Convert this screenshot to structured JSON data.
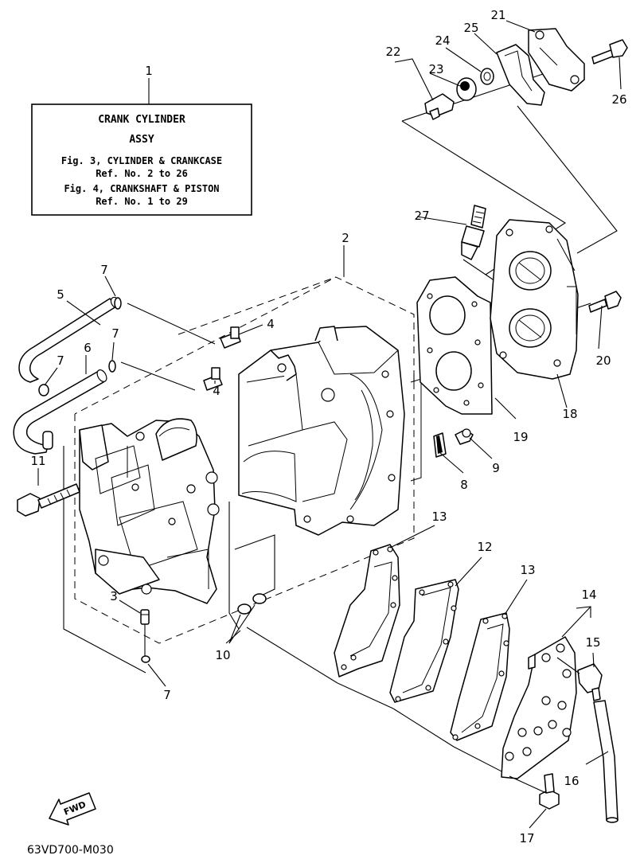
{
  "assy_box": {
    "line1": "CRANK CYLINDER",
    "line2": "ASSY",
    "line3": "Fig. 3, CYLINDER & CRANKCASE",
    "line4": "Ref. No. 2 to 26",
    "line5": "Fig. 4, CRANKSHAFT & PISTON",
    "line6": "Ref. No. 1 to 29"
  },
  "callouts": {
    "c1": "1",
    "c2": "2",
    "c3": "3",
    "c4a": "4",
    "c4b": "4",
    "c5": "5",
    "c6": "6",
    "c7a": "7",
    "c7b": "7",
    "c7c": "7",
    "c7d": "7",
    "c8": "8",
    "c9": "9",
    "c10": "10",
    "c11": "11",
    "c12": "12",
    "c13a": "13",
    "c13b": "13",
    "c14": "14",
    "c15": "15",
    "c16": "16",
    "c17": "17",
    "c18": "18",
    "c19": "19",
    "c20": "20",
    "c21": "21",
    "c22": "22",
    "c23": "23",
    "c24": "24",
    "c25": "25",
    "c26": "26",
    "c27": "27"
  },
  "fwd_label": "FWD",
  "drawing_code": "63VD700-M030"
}
